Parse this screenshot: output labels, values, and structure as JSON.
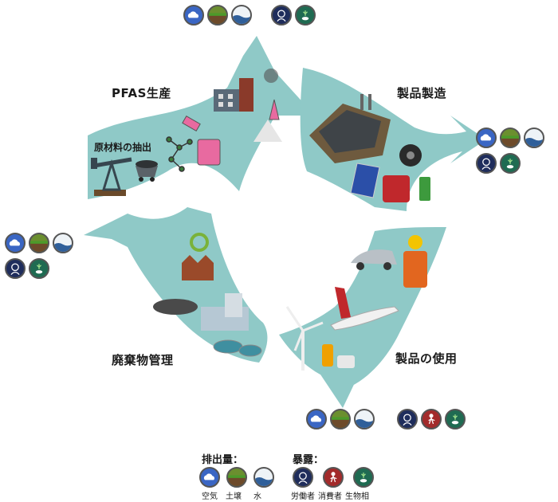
{
  "stages": {
    "pfas_production": "PFAS生産",
    "raw_material_extraction": "原材料の抽出",
    "product_manufacturing": "製品製造",
    "product_use": "製品の使用",
    "waste_management": "廃棄物管理"
  },
  "legend": {
    "emissions_title": "排出量：",
    "exposure_title": "暴露：",
    "air_label": "空気",
    "soil_label": "土壌",
    "water_label": "水",
    "worker_label": "労働者",
    "consumer_label": "消費者",
    "biota_label": "生物相"
  },
  "colors": {
    "arrow": "#8fc9c7",
    "air": "#3a66c4",
    "soil": "#6b8f2f",
    "water": "#eef3f7",
    "worker": "#1f2d5c",
    "consumer": "#a32b2b",
    "biota": "#1f6b52"
  },
  "icons": [
    "cloud-icon",
    "soil-icon",
    "water-wave-icon",
    "worker-icon",
    "consumer-icon",
    "fish-plant-icon"
  ]
}
